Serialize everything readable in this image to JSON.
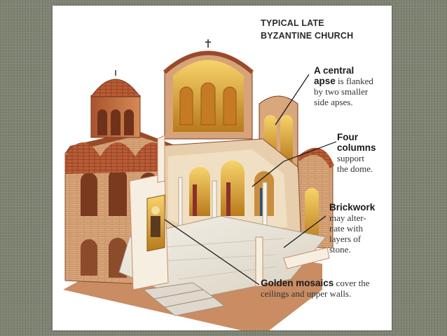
{
  "diagram": {
    "title_line1": "TYPICAL LATE",
    "title_line2": "BYZANTINE CHURCH",
    "callouts": [
      {
        "id": "apse",
        "term": "A central apse",
        "text": "A central apse is flanked by two smaller side apses.",
        "lines": [
          {
            "bold": "A central",
            "rest": ""
          },
          {
            "bold": "apse",
            "rest": " is flanked"
          },
          {
            "bold": "",
            "rest": "by two smaller"
          },
          {
            "bold": "",
            "rest": "side apses."
          }
        ]
      },
      {
        "id": "columns",
        "term": "Four columns",
        "text": "Four columns support the dome.",
        "lines": [
          {
            "bold": "Four",
            "rest": ""
          },
          {
            "bold": "columns",
            "rest": ""
          },
          {
            "bold": "",
            "rest": "support"
          },
          {
            "bold": "",
            "rest": "the dome."
          }
        ]
      },
      {
        "id": "brickwork",
        "term": "Brickwork",
        "text": "Brickwork may alternate with layers of stone.",
        "lines": [
          {
            "bold": "Brickwork",
            "rest": ""
          },
          {
            "bold": "",
            "rest": "may alter-"
          },
          {
            "bold": "",
            "rest": "nate with"
          },
          {
            "bold": "",
            "rest": "layers of"
          },
          {
            "bold": "",
            "rest": "stone."
          }
        ]
      },
      {
        "id": "mosaics",
        "term": "Golden mosaics",
        "text": "Golden mosaics cover the ceilings and upper walls.",
        "lines": [
          {
            "bold": "Golden mosaics",
            "rest": " cover the"
          },
          {
            "bold": "",
            "rest": "ceilings and upper walls."
          }
        ]
      }
    ]
  },
  "colors": {
    "background": "#7f8372",
    "slide": "#ffffff",
    "brick": "#c4683c",
    "roof_tile": "#b55a34",
    "wall_light": "#e9c9a0",
    "gold": "#e8b23a",
    "floor": "#ece6da"
  }
}
